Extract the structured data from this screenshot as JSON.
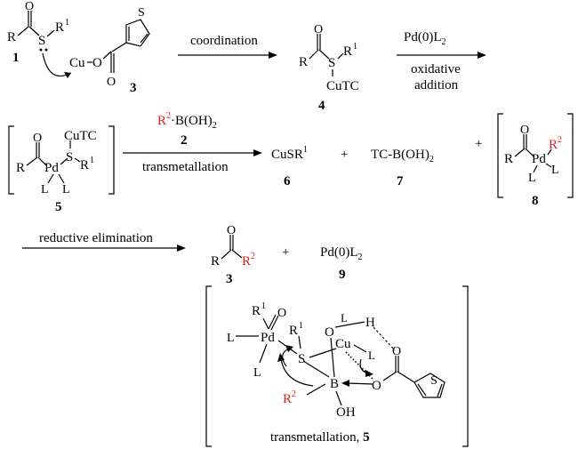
{
  "scheme": {
    "arrow_labels": {
      "coordination": "coordination",
      "pd_catalyst": "Pd(0)L",
      "pd_catalyst_sub": "2",
      "oxidative": "oxidative",
      "addition": "addition",
      "reagent_r": "R",
      "reagent_r_sup": "2",
      "reagent_boronic": "B(OH)",
      "reagent_boronic_sub": "2",
      "reagent_number": "2",
      "transmetallation": "transmetallation",
      "reductive_elimination": "reductive elimination"
    },
    "compounds": {
      "c1_number": "1",
      "c3_number": "3",
      "c4_number": "4",
      "c5_number": "5",
      "c6_number": "6",
      "c7_number": "7",
      "c8_number": "8",
      "c9_number": "9",
      "c3b_number": "3"
    },
    "atoms": {
      "R": "R",
      "R1": "R",
      "sup1": "1",
      "S": "S",
      "O": "O",
      "Cu": "Cu",
      "CuTC": "CuTC",
      "Pd": "Pd",
      "L": "L",
      "B": "B",
      "H": "H",
      "OH": "OH",
      "R2": "R",
      "sup2": "2"
    },
    "products": {
      "cusr": "CuSR",
      "cusr_sup": "1",
      "tcb": "TC-B(OH)",
      "tcb_sub": "2",
      "pd0": "Pd(0)L",
      "pd0_sub": "2",
      "plus": "+"
    },
    "ts_caption": "transmetallation, ",
    "ts_caption_number": "5"
  }
}
